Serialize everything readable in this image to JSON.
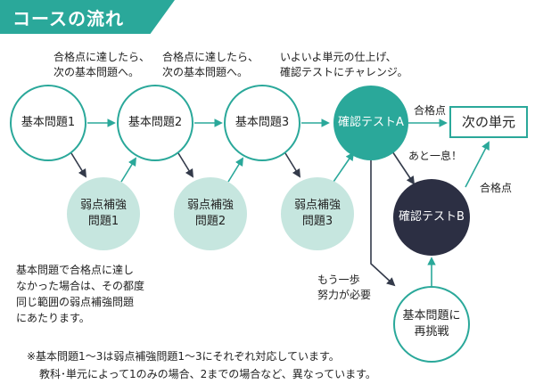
{
  "title": "コースの流れ",
  "colors": {
    "teal": "#2aa89a",
    "teal_light": "#c6e6df",
    "navy": "#2c2f43",
    "arrow_dark": "#333a4a"
  },
  "notes": {
    "top1": "合格点に達したら、\n次の基本問題へ。",
    "top2": "合格点に達したら、\n次の基本問題へ。",
    "top3": "いよいよ単元の仕上げ、\n確認テストにチャレンジ。",
    "left": "基本問題で合格点に達し\nなかった場合は、その都度\n同じ範囲の弱点補強問題\nにあたります。",
    "footer1": "※基本問題1～3は弱点補強問題1～3にそれぞれ対応しています。",
    "footer2": "教科･単元によって1のみの場合、2までの場合など、異なっています。"
  },
  "nodes": {
    "basic1": "基本問題1",
    "basic2": "基本問題2",
    "basic3": "基本問題3",
    "weak1": "弱点補強\n問題1",
    "weak2": "弱点補強\n問題2",
    "weak3": "弱点補強\n問題3",
    "testA": "確認テストA",
    "testB": "確認テストB",
    "next": "次の単元",
    "retry": "基本問題に\n再挑戦"
  },
  "edge_labels": {
    "pass_a": "合格点",
    "almost": "あと一息！",
    "pass_b": "合格点",
    "more": "もう一歩\n努力が必要"
  }
}
